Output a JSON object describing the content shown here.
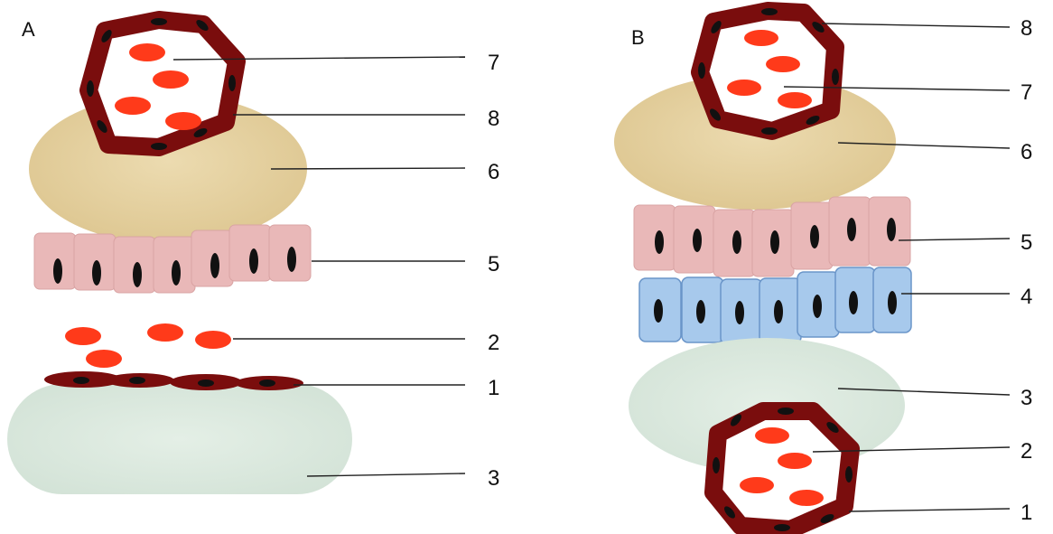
{
  "panels": [
    {
      "letter": "A",
      "labels": [
        "7",
        "8",
        "6",
        "5",
        "2",
        "1",
        "3"
      ]
    },
    {
      "letter": "B",
      "labels": [
        "8",
        "7",
        "6",
        "5",
        "4",
        "3",
        "2",
        "1"
      ]
    }
  ],
  "colors": {
    "vessel_wall": "#7a0d0d",
    "nucleus": "#111111",
    "red_cell": "#ff3a1a",
    "tan_tissue": "#e6d2a4",
    "green_tissue": "#dde9df",
    "pink_cell": "#e9b8b8",
    "blue_cell": "#a7c9ec"
  }
}
